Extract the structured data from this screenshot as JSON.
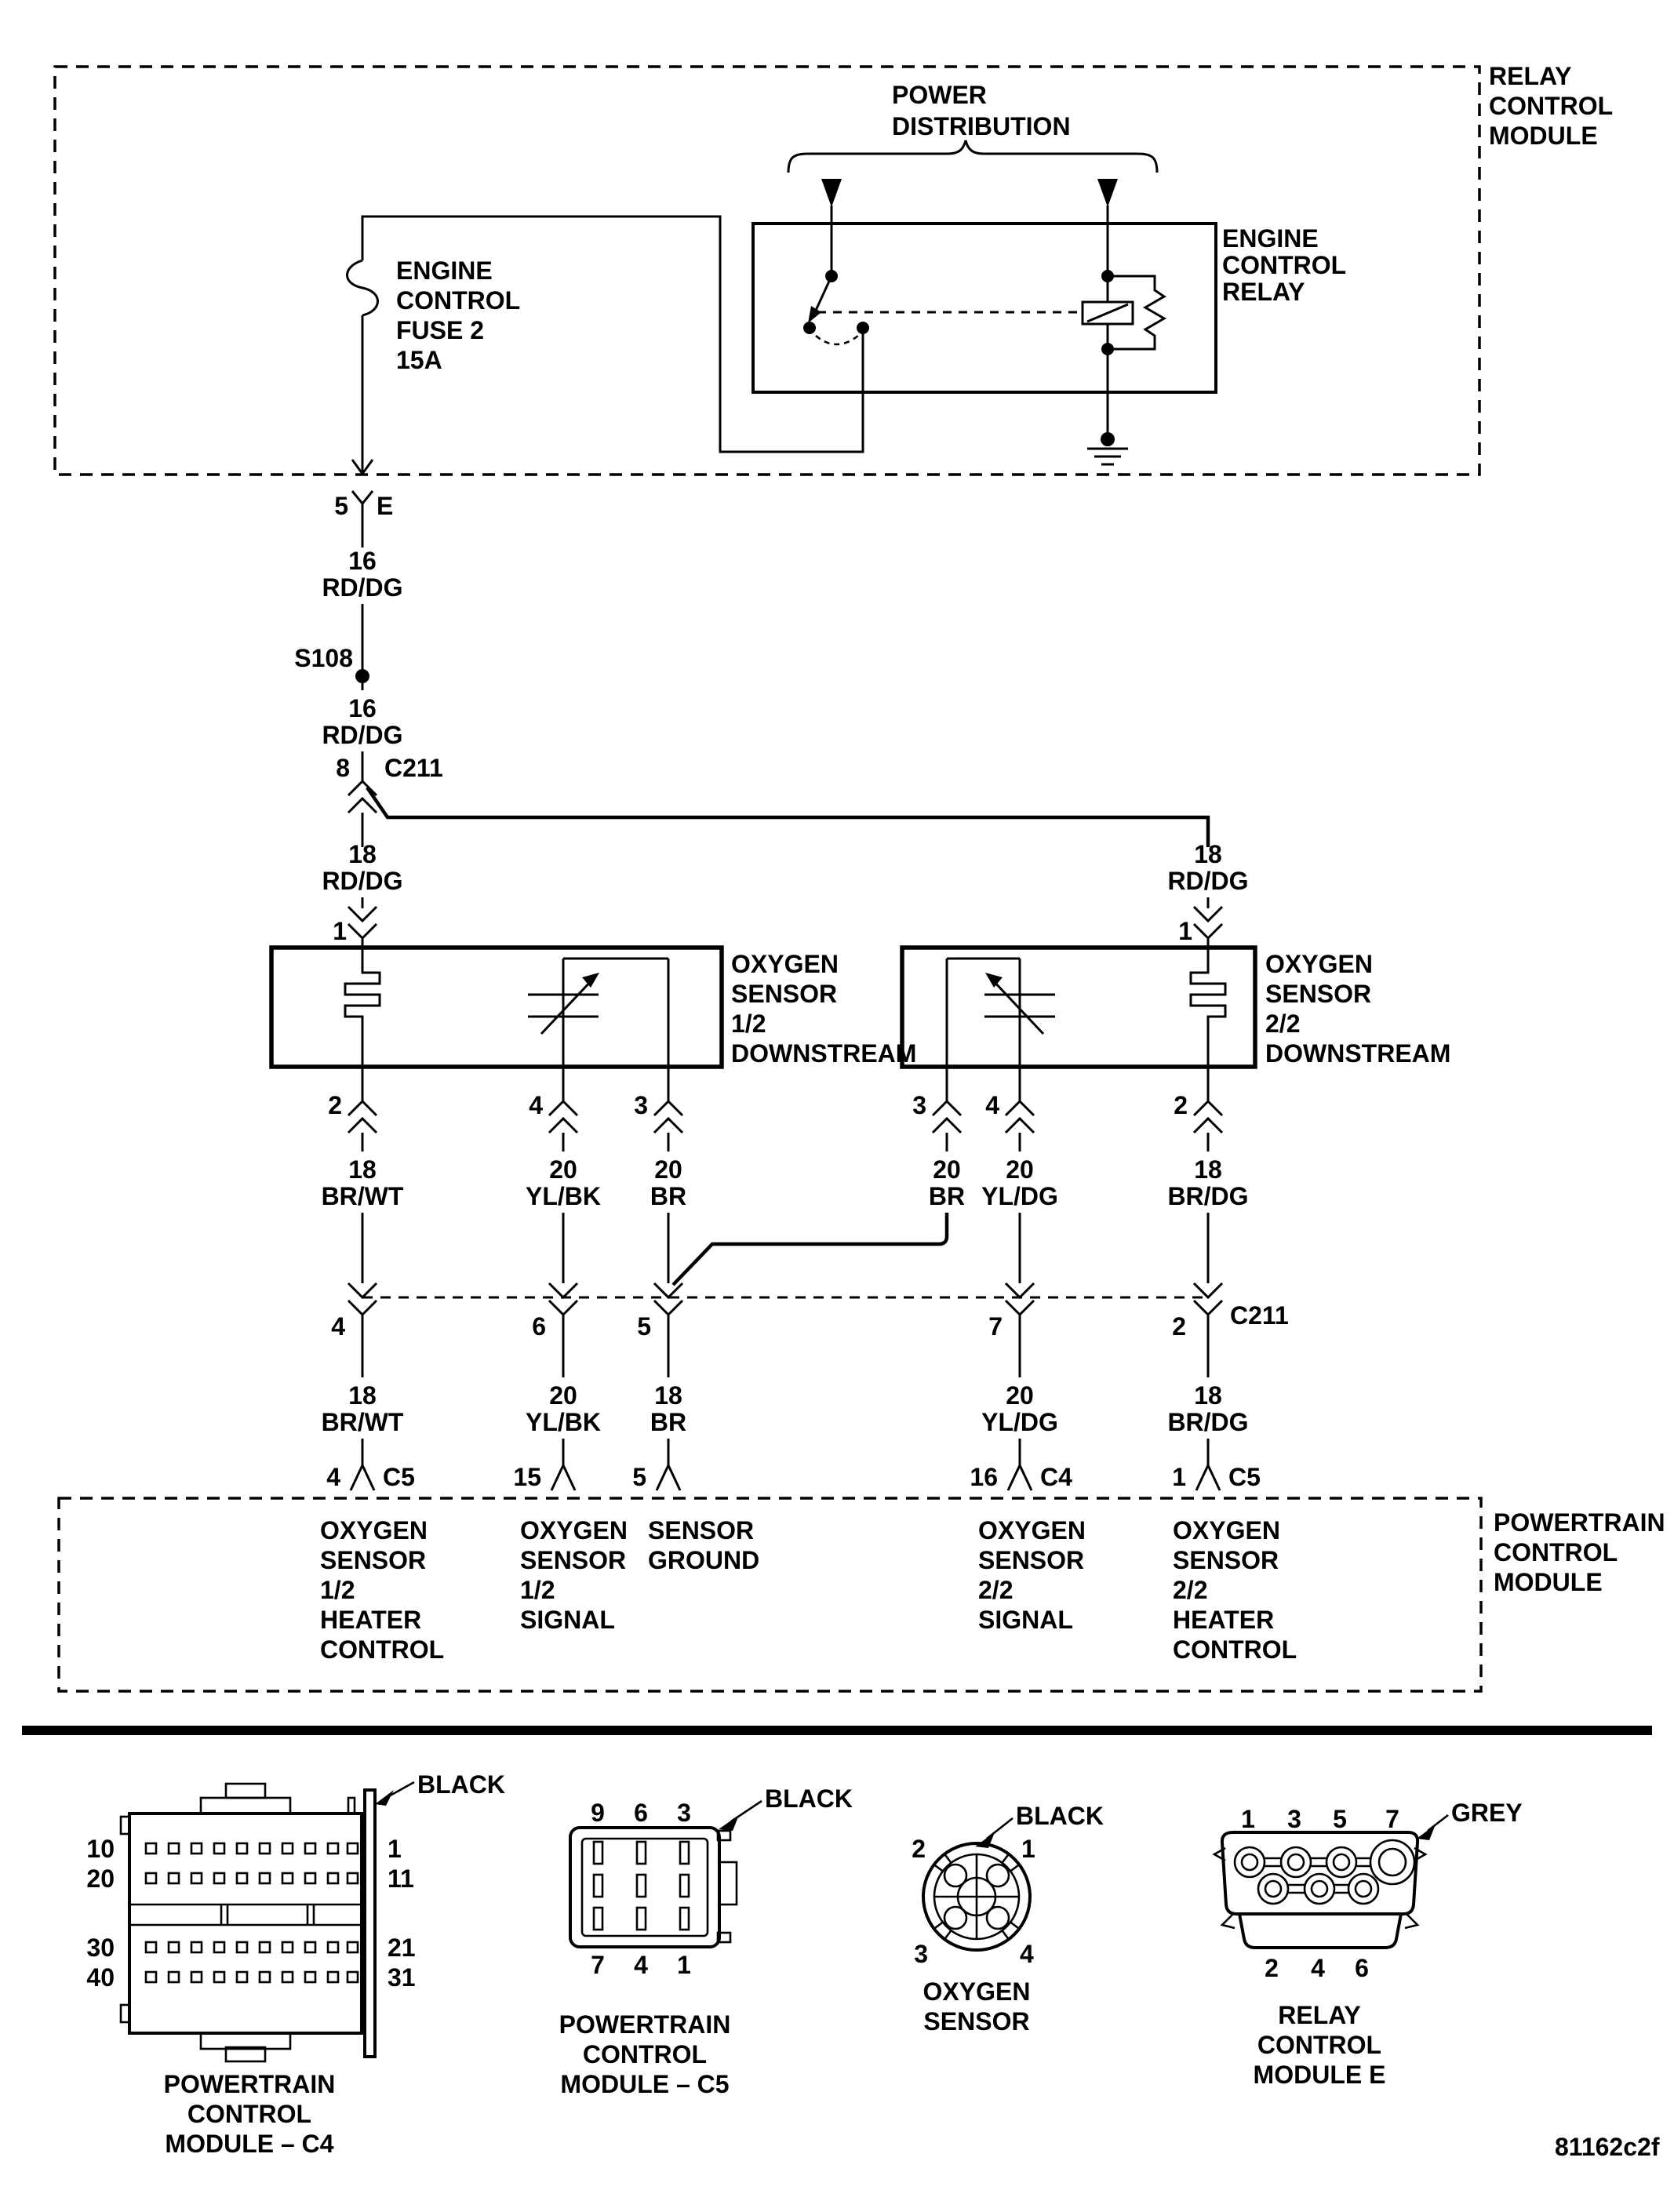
{
  "diagram": {
    "ink": "#000000",
    "paper": "#ffffff",
    "footer_code": "81162c2f",
    "relay_module": {
      "title_lines": [
        "RELAY",
        "CONTROL",
        "MODULE"
      ],
      "power_distribution_lines": [
        "POWER",
        "DISTRIBUTION"
      ],
      "relay_label_lines": [
        "ENGINE",
        "CONTROL",
        "RELAY"
      ],
      "fuse_label_lines": [
        "ENGINE",
        "CONTROL",
        "FUSE 2",
        "15A"
      ]
    },
    "supply": {
      "conn_e": {
        "pin": "5",
        "cavity": "E"
      },
      "wire_a": {
        "gauge": "16",
        "color": "RD/DG"
      },
      "splice": "S108",
      "wire_b": {
        "gauge": "16",
        "color": "RD/DG"
      },
      "c211": {
        "pin": "8",
        "label": "C211"
      },
      "branch_left": {
        "pin": "1",
        "wire": {
          "gauge": "18",
          "color": "RD/DG"
        }
      },
      "branch_right": {
        "pin": "1",
        "wire": {
          "gauge": "18",
          "color": "RD/DG"
        }
      }
    },
    "sensor_left": {
      "label_lines": [
        "OXYGEN",
        "SENSOR",
        "1/2",
        "DOWNSTREAM"
      ]
    },
    "sensor_right": {
      "label_lines": [
        "OXYGEN",
        "SENSOR",
        "2/2",
        "DOWNSTREAM"
      ]
    },
    "c211_row_label": "C211",
    "columns": [
      {
        "sensor_pin": "2",
        "upper": {
          "gauge": "18",
          "color": "BR/WT"
        },
        "c211_pin": "4",
        "lower": {
          "gauge": "18",
          "color": "BR/WT"
        },
        "pcm": {
          "pin": "4",
          "conn": "C5"
        },
        "pcm_label_lines": [
          "OXYGEN",
          "SENSOR",
          "1/2",
          "HEATER",
          "CONTROL"
        ]
      },
      {
        "sensor_pin": "4",
        "upper": {
          "gauge": "20",
          "color": "YL/BK"
        },
        "c211_pin": "6",
        "lower": {
          "gauge": "20",
          "color": "YL/BK"
        },
        "pcm": {
          "pin": "15",
          "conn": ""
        },
        "pcm_label_lines": [
          "OXYGEN",
          "SENSOR",
          "1/2",
          "SIGNAL"
        ]
      },
      {
        "sensor_pin": "3",
        "upper": {
          "gauge": "20",
          "color": "BR"
        },
        "c211_pin": "5",
        "lower": {
          "gauge": "18",
          "color": "BR"
        },
        "pcm": {
          "pin": "5",
          "conn": ""
        },
        "pcm_label_lines": [
          "SENSOR",
          "GROUND"
        ]
      },
      {
        "sensor_pin": "3",
        "upper": {
          "gauge": "20",
          "color": "BR"
        }
      },
      {
        "sensor_pin": "4",
        "upper": {
          "gauge": "20",
          "color": "YL/DG"
        },
        "c211_pin": "7",
        "lower": {
          "gauge": "20",
          "color": "YL/DG"
        },
        "pcm": {
          "pin": "16",
          "conn": "C4"
        },
        "pcm_label_lines": [
          "OXYGEN",
          "SENSOR",
          "2/2",
          "SIGNAL"
        ]
      },
      {
        "sensor_pin": "2",
        "upper": {
          "gauge": "18",
          "color": "BR/DG"
        },
        "c211_pin": "2",
        "lower": {
          "gauge": "18",
          "color": "BR/DG"
        },
        "pcm": {
          "pin": "1",
          "conn": "C5"
        },
        "pcm_label_lines": [
          "OXYGEN",
          "SENSOR",
          "2/2",
          "HEATER",
          "CONTROL"
        ]
      }
    ],
    "pcm_module": {
      "title_lines": [
        "POWERTRAIN",
        "CONTROL",
        "MODULE"
      ]
    },
    "views": {
      "pcm_c4": {
        "color": "BLACK",
        "caption_lines": [
          "POWERTRAIN",
          "CONTROL",
          "MODULE – C4"
        ],
        "left_pins": [
          "10",
          "20",
          "30",
          "40"
        ],
        "right_pins": [
          "1",
          "11",
          "21",
          "31"
        ]
      },
      "pcm_c5": {
        "color": "BLACK",
        "caption_lines": [
          "POWERTRAIN",
          "CONTROL",
          "MODULE – C5"
        ],
        "top_pins": [
          "9",
          "6",
          "3"
        ],
        "bottom_pins": [
          "7",
          "4",
          "1"
        ]
      },
      "o2": {
        "color": "BLACK",
        "caption_lines": [
          "OXYGEN",
          "SENSOR"
        ],
        "pins": [
          "2",
          "1",
          "3",
          "4"
        ]
      },
      "relay_e": {
        "color": "GREY",
        "caption_lines": [
          "RELAY",
          "CONTROL",
          "MODULE E"
        ],
        "top_pins": [
          "1",
          "3",
          "5",
          "7"
        ],
        "bottom_pins": [
          "2",
          "4",
          "6"
        ]
      }
    }
  }
}
